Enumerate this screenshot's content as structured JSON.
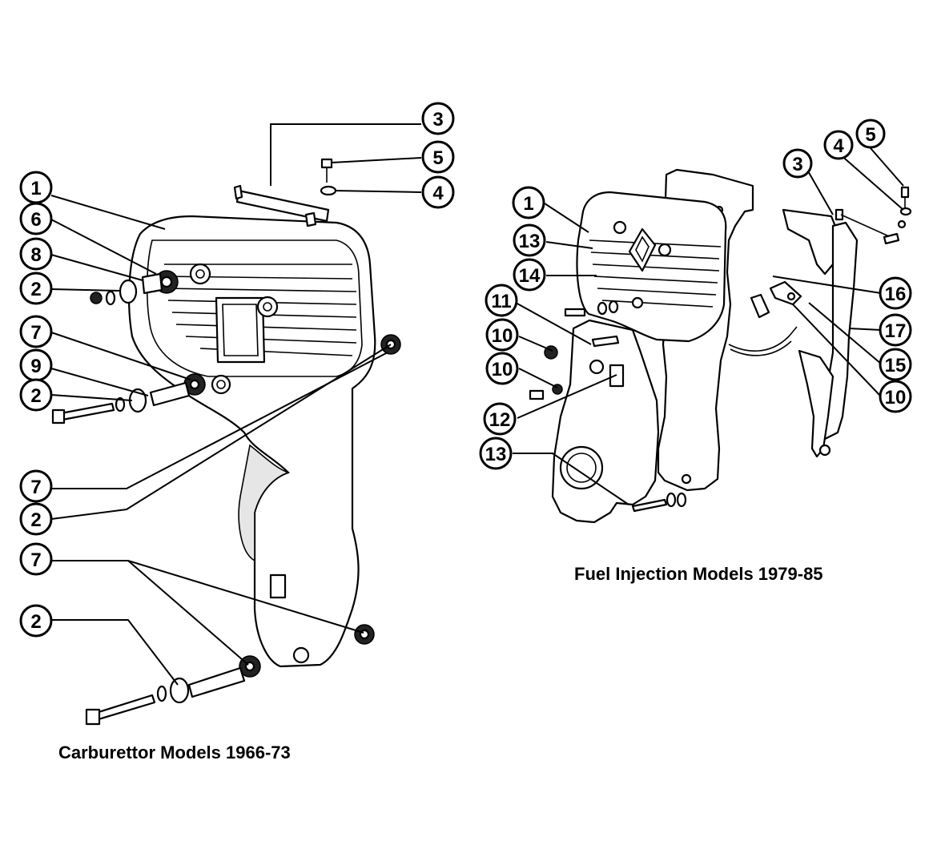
{
  "captions": {
    "left": "Carburettor Models 1966-73",
    "right": "Fuel Injection Models 1979-85"
  },
  "left_callouts": [
    "3",
    "5",
    "4",
    "1",
    "6",
    "8",
    "2",
    "7",
    "9",
    "2",
    "7",
    "2",
    "7",
    "2"
  ],
  "right_callouts": [
    "1",
    "13",
    "14",
    "11",
    "10",
    "10",
    "12",
    "13",
    "5",
    "4",
    "3",
    "16",
    "17",
    "15",
    "10"
  ]
}
